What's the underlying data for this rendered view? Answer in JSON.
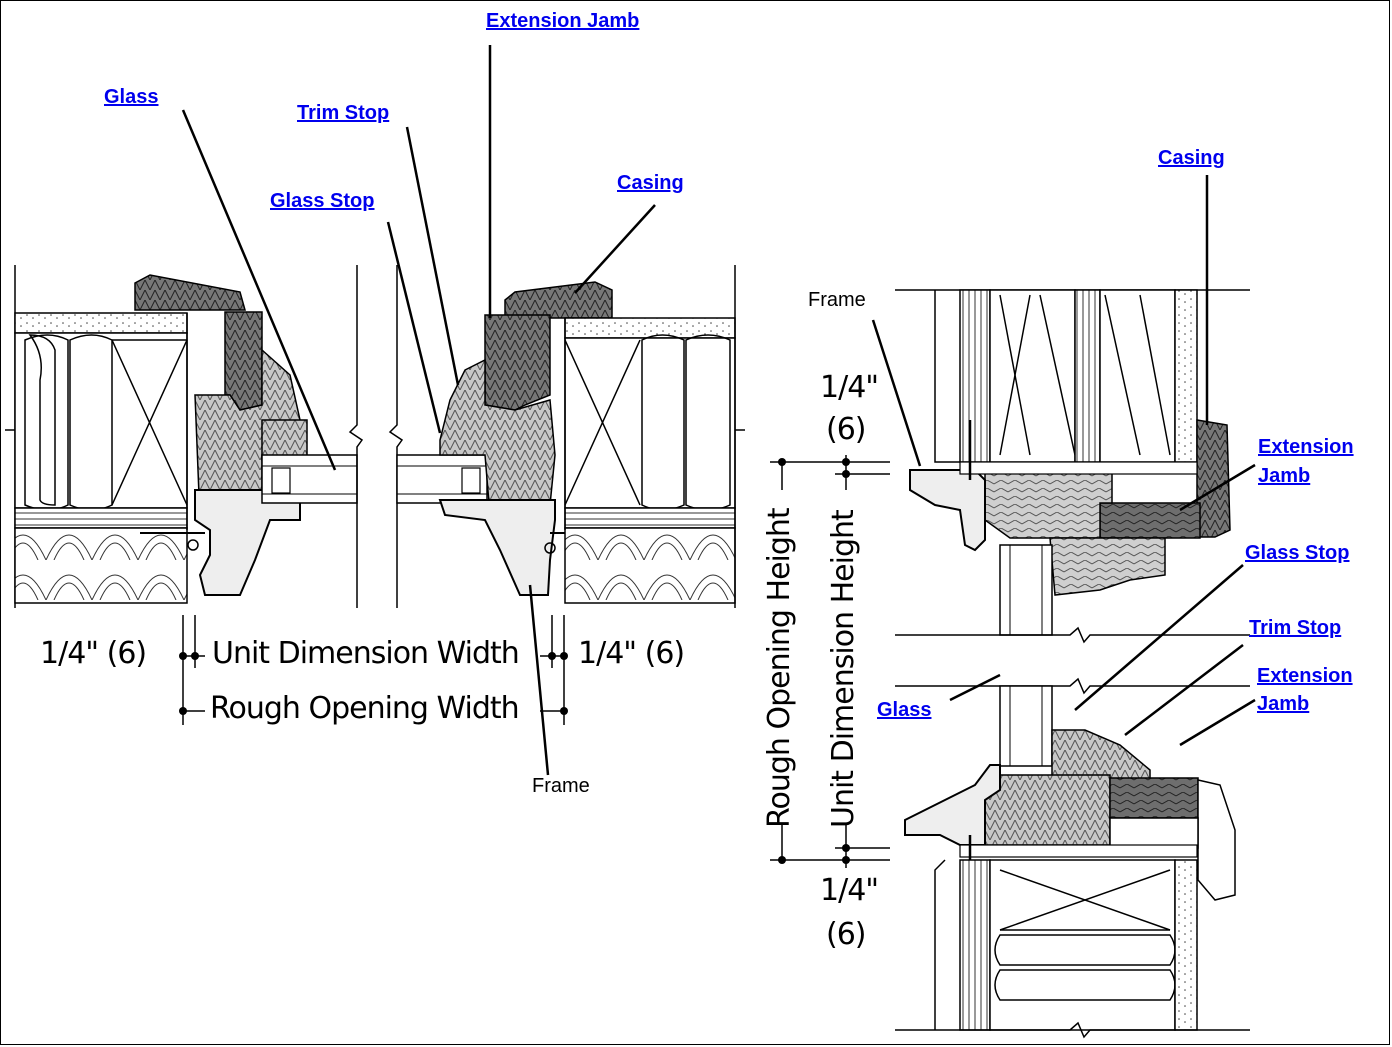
{
  "links": {
    "extension_jamb_top": "Extension Jamb",
    "glass_left": "Glass",
    "trim_stop_left": "Trim Stop",
    "glass_stop_left": "Glass Stop",
    "casing_left": "Casing",
    "casing_right": "Casing",
    "extension_jamb_right_1a": "Extension",
    "extension_jamb_right_1b": "Jamb",
    "glass_stop_right": "Glass Stop",
    "trim_stop_right": "Trim Stop",
    "extension_jamb_right_2a": "Extension",
    "extension_jamb_right_2b": "Jamb",
    "glass_right": "Glass"
  },
  "labels": {
    "frame_top": "Frame",
    "frame_bottom": "Frame"
  },
  "dimensions": {
    "left_quarter": "1/4\" (6)",
    "unit_dimension_width": "Unit Dimension Width",
    "right_quarter": "1/4\" (6)",
    "rough_opening_width": "Rough Opening Width",
    "top_quarter_a": "1/4\"",
    "top_quarter_b": "(6)",
    "bottom_quarter_a": "1/4\"",
    "bottom_quarter_b": "(6)",
    "rough_opening_height": "Rough Opening Height",
    "unit_dimension_height": "Unit Dimension Height"
  },
  "colors": {
    "link": "#0000ee",
    "casing_fill": "#777777",
    "frame_fill": "#dddddd",
    "wood_fill": "#bdbdbd"
  }
}
